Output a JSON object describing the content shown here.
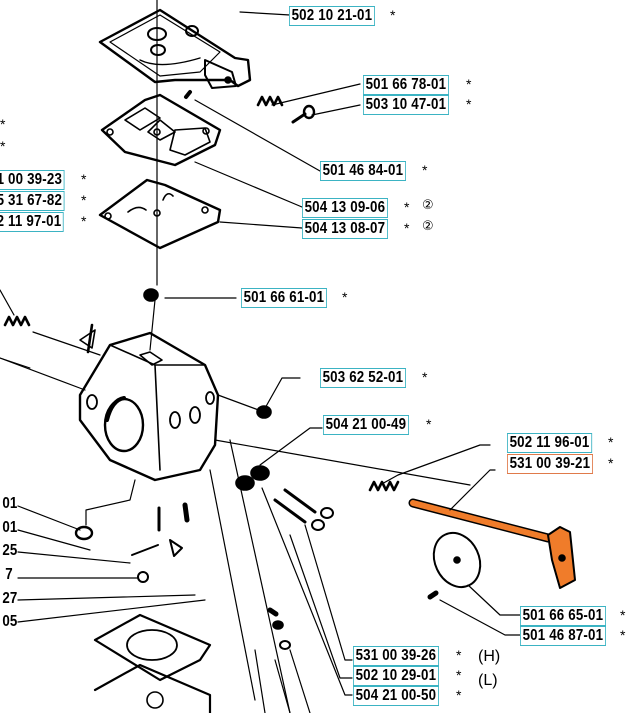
{
  "diagram": {
    "title": "Carburetor exploded parts diagram",
    "highlight_color": "#e07a4a",
    "label_border_color": "#3bb3c3",
    "part_fill_color": "#f07c2a"
  },
  "labels": [
    {
      "part_no": "502 10 21-01",
      "mark": "*",
      "qty": ""
    },
    {
      "part_no": "501 66 78-01",
      "mark": "*",
      "qty": ""
    },
    {
      "part_no": "503 10 47-01",
      "mark": "*",
      "qty": ""
    },
    {
      "part_no": "501 46 84-01",
      "mark": "*",
      "qty": ""
    },
    {
      "part_no": "504 13 09-06",
      "mark": "*",
      "qty": "②"
    },
    {
      "part_no": "504 13 08-07",
      "mark": "*",
      "qty": "②"
    },
    {
      "part_no": "501 66 61-01",
      "mark": "*",
      "qty": ""
    },
    {
      "part_no": "503 62 52-01",
      "mark": "*",
      "qty": ""
    },
    {
      "part_no": "504 21 00-49",
      "mark": "*",
      "qty": ""
    },
    {
      "part_no": "502 11 96-01",
      "mark": "*",
      "qty": ""
    },
    {
      "part_no": "531 00 39-21",
      "mark": "*",
      "qty": "",
      "selected": true
    },
    {
      "part_no": "501 66 65-01",
      "mark": "*",
      "qty": ""
    },
    {
      "part_no": "501 46 87-01",
      "mark": "*",
      "qty": ""
    },
    {
      "part_no": "531 00 39-26",
      "mark": "*",
      "qty": "",
      "note": "(H)"
    },
    {
      "part_no": "502 10 29-01",
      "mark": "*",
      "qty": "",
      "note": "(L)"
    },
    {
      "part_no": "504 21 00-50",
      "mark": "*",
      "qty": ""
    }
  ],
  "left_labels": [
    {
      "part_no": "1 00 39-23",
      "mark": "*"
    },
    {
      "part_no": "5 31 67-82",
      "mark": "*"
    },
    {
      "part_no": "2 11 97-01",
      "mark": "*"
    }
  ],
  "left_marks": [
    "*",
    "*"
  ],
  "left_truncated": [
    "01",
    "01",
    "25",
    "7",
    "27",
    "05"
  ]
}
